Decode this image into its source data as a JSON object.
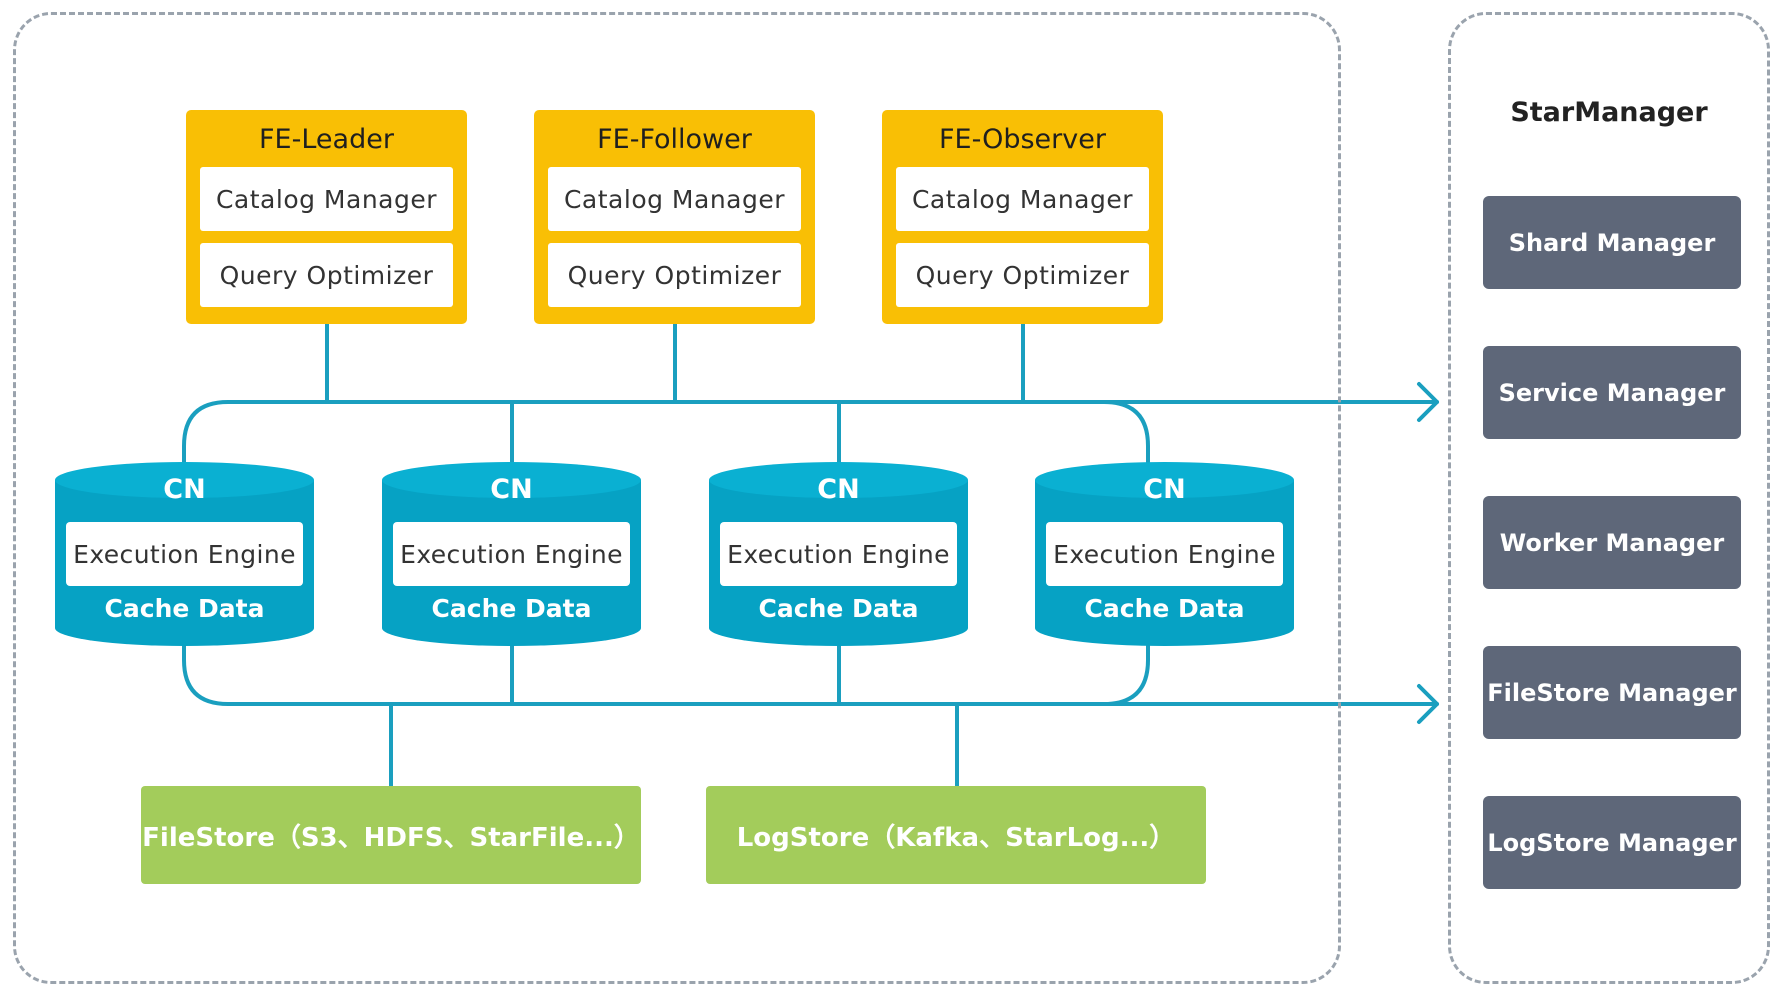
{
  "colors": {
    "fe": "#f9bf05",
    "cn": "#06a2c4",
    "cn_top": "#0ab0d2",
    "store": "#a3cc5b",
    "manager": "#5e6779",
    "connector": "#1a9fbf",
    "dashed_border": "#9aa3ad"
  },
  "frontends": [
    {
      "title": "FE-Leader",
      "modules": [
        "Catalog Manager",
        "Query Optimizer"
      ]
    },
    {
      "title": "FE-Follower",
      "modules": [
        "Catalog Manager",
        "Query Optimizer"
      ]
    },
    {
      "title": "FE-Observer",
      "modules": [
        "Catalog Manager",
        "Query Optimizer"
      ]
    }
  ],
  "compute_nodes": [
    {
      "title": "CN",
      "engine": "Execution Engine",
      "cache": "Cache Data"
    },
    {
      "title": "CN",
      "engine": "Execution Engine",
      "cache": "Cache Data"
    },
    {
      "title": "CN",
      "engine": "Execution Engine",
      "cache": "Cache Data"
    },
    {
      "title": "CN",
      "engine": "Execution Engine",
      "cache": "Cache Data"
    }
  ],
  "stores": [
    {
      "label": "FileStore（S3、HDFS、StarFile...）"
    },
    {
      "label": "LogStore（Kafka、StarLog...）"
    }
  ],
  "starmanager": {
    "title": "StarManager",
    "items": [
      "Shard Manager",
      "Service Manager",
      "Worker Manager",
      "FileStore Manager",
      "LogStore Manager"
    ]
  }
}
